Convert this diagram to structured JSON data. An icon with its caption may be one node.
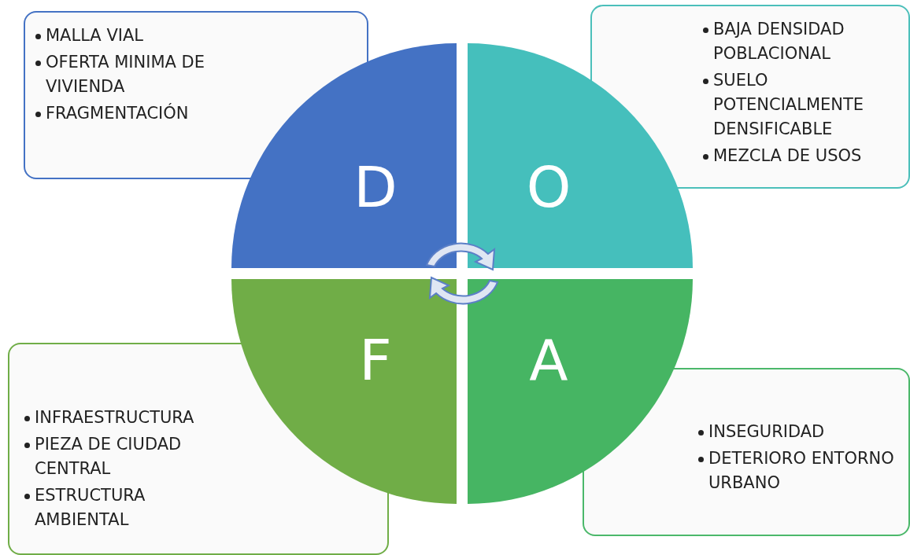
{
  "diagram": {
    "nodes": [
      {
        "text": [
          "MALLA VIAL",
          "OFERTA MINIMA DE VIVIENDA",
          "FRAGMENTACIÓN"
        ]
      },
      {
        "text": [
          "BAJA DENSIDAD POBLACIONAL",
          "SUELO POTENCIALMENTE DENSIFICABLE",
          "MEZCLA DE USOS"
        ]
      },
      {
        "text": [
          "D"
        ]
      },
      {
        "text": [
          "O"
        ]
      },
      {
        "text": [
          "F"
        ]
      },
      {
        "text": [
          "A"
        ]
      },
      {
        "text": [
          "INFRAESTRUCTURA",
          "PIEZA DE CIUDAD CENTRAL",
          "ESTRUCTURA AMBIENTAL"
        ]
      },
      {
        "text": [
          "INSEGURIDAD",
          "DETERIORO ENTORNO URBANO"
        ]
      }
    ]
  }
}
